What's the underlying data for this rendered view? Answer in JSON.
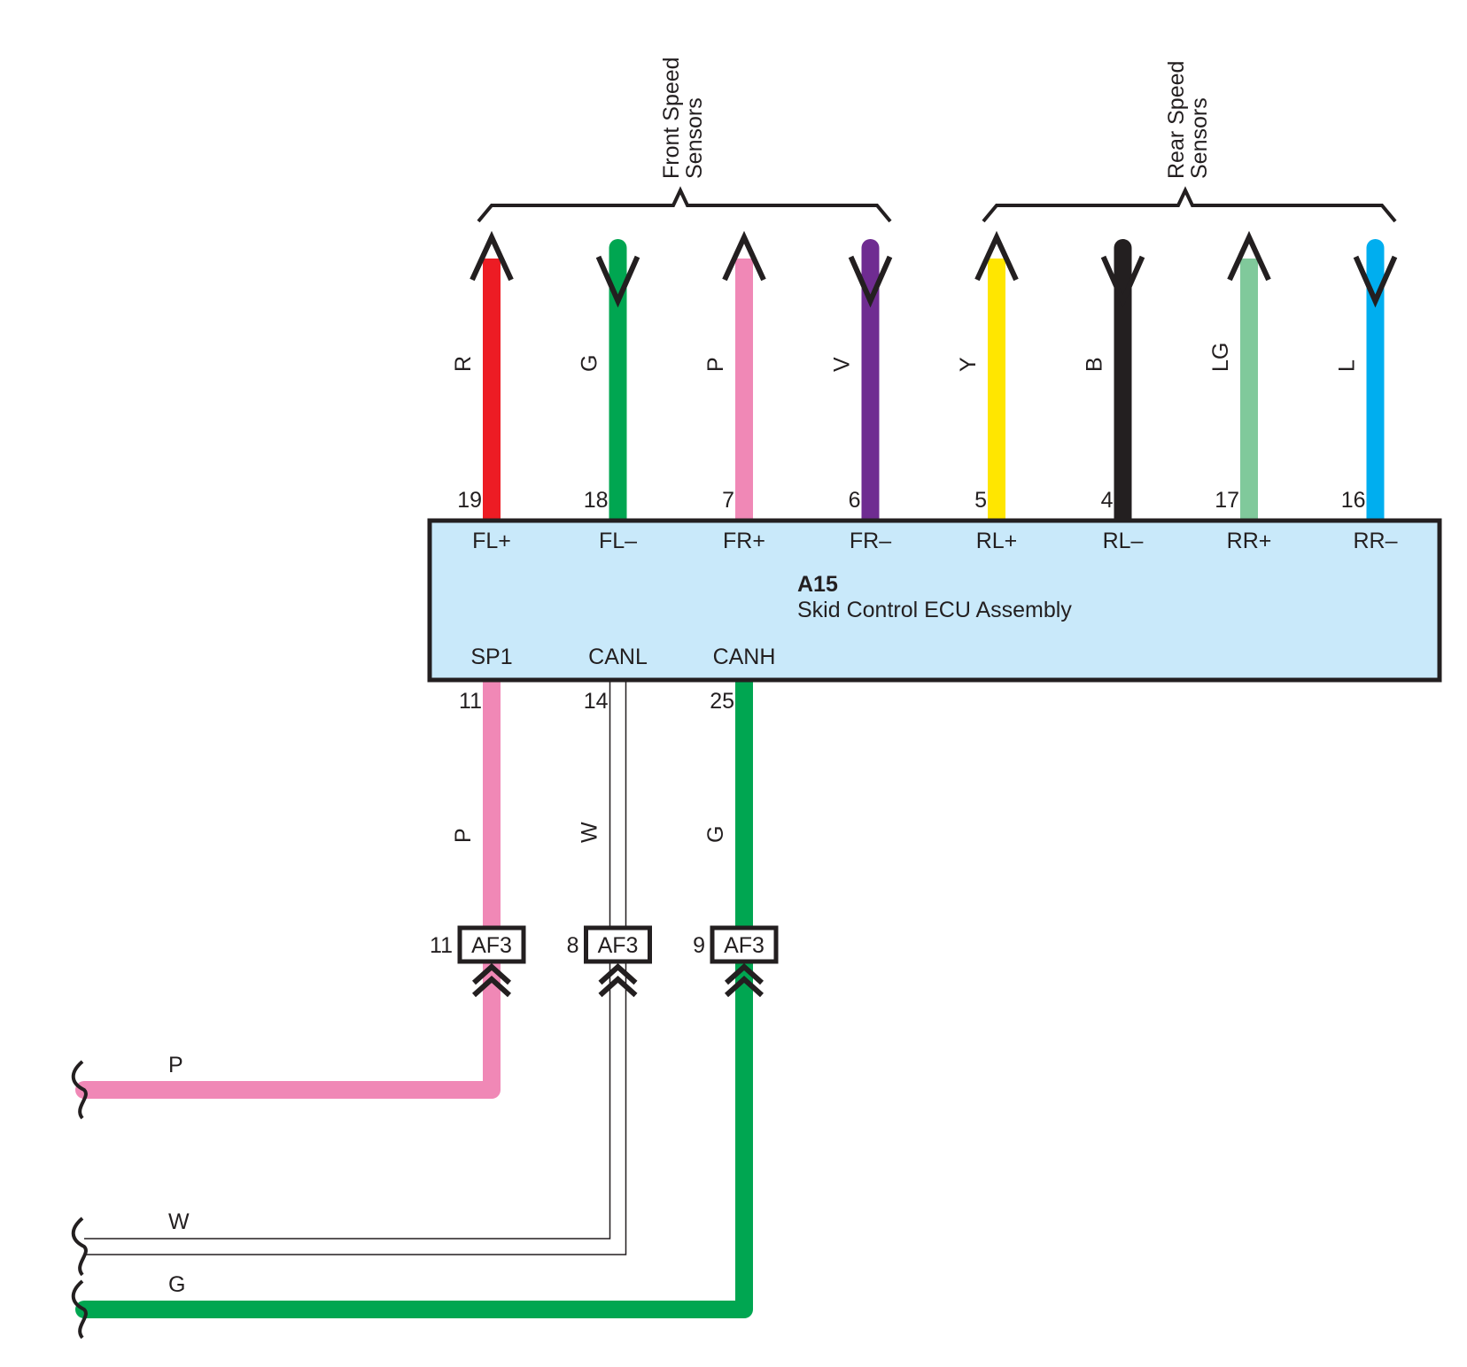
{
  "ecu": {
    "id": "A15",
    "name": "Skid Control ECU Assembly",
    "fill": "#c9e9fa",
    "border": "#231f20"
  },
  "groups": [
    {
      "name": "Front Speed Sensors",
      "line1": "Front Speed",
      "line2": "Sensors"
    },
    {
      "name": "Rear Speed Sensors",
      "line1": "Rear Speed",
      "line2": "Sensors"
    }
  ],
  "top_wires": [
    {
      "pin": "19",
      "signal": "FL+",
      "color_code": "R",
      "color": "#ed1c24",
      "direction": "up"
    },
    {
      "pin": "18",
      "signal": "FL–",
      "color_code": "G",
      "color": "#00a651",
      "direction": "down"
    },
    {
      "pin": "7",
      "signal": "FR+",
      "color_code": "P",
      "color": "#f088b6",
      "direction": "up"
    },
    {
      "pin": "6",
      "signal": "FR–",
      "color_code": "V",
      "color": "#6f2c91",
      "direction": "down"
    },
    {
      "pin": "5",
      "signal": "RL+",
      "color_code": "Y",
      "color": "#ffe600",
      "direction": "up"
    },
    {
      "pin": "4",
      "signal": "RL–",
      "color_code": "B",
      "color": "#231f20",
      "direction": "down"
    },
    {
      "pin": "17",
      "signal": "RR+",
      "color_code": "LG",
      "color": "#80c99b",
      "direction": "up"
    },
    {
      "pin": "16",
      "signal": "RR–",
      "color_code": "L",
      "color": "#00aeef",
      "direction": "down"
    }
  ],
  "bottom_wires": [
    {
      "pin": "11",
      "signal": "SP1",
      "color_code": "P",
      "color": "#f088b6",
      "connector": "AF3",
      "connector_pin": "11",
      "end_label": "P"
    },
    {
      "pin": "14",
      "signal": "CANL",
      "color_code": "W",
      "color": "#ffffff",
      "connector": "AF3",
      "connector_pin": "8",
      "end_label": "W"
    },
    {
      "pin": "25",
      "signal": "CANH",
      "color_code": "G",
      "color": "#00a651",
      "connector": "AF3",
      "connector_pin": "9",
      "end_label": "G"
    }
  ]
}
